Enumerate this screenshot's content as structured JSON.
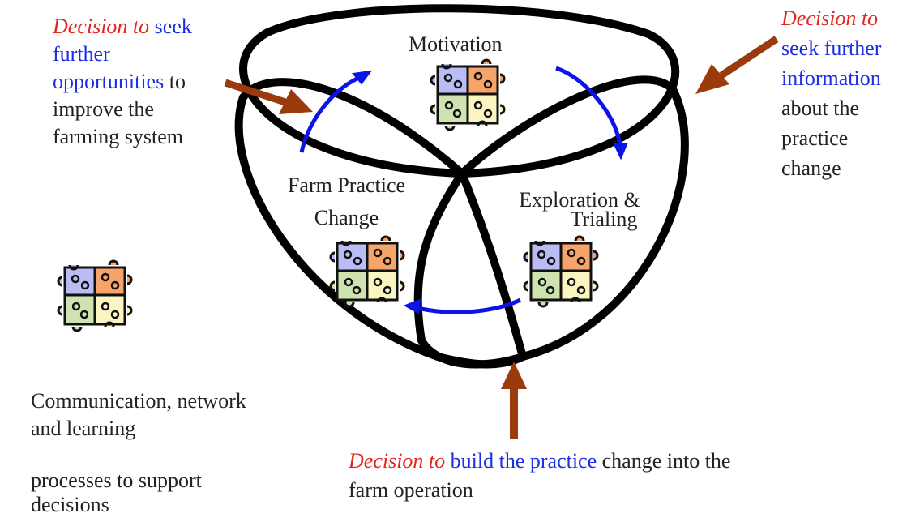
{
  "colors": {
    "loop_stroke": "#000000",
    "cycle_arrow": "#0a14e8",
    "decision_arrow": "#9b3b0c",
    "decision_word": "#e0261d",
    "action_text": "#1c2ee6",
    "body_text": "#222222",
    "puzzle_blue": "#b9bdf3",
    "puzzle_orange": "#f6a46a",
    "puzzle_green": "#cfe3b0",
    "puzzle_yellow": "#fbf6c1"
  },
  "icons": [
    "puzzle-icon-motivation",
    "puzzle-icon-farm-practice",
    "puzzle-icon-exploration",
    "puzzle-icon-legend"
  ],
  "stages": {
    "motivation": "Motivation",
    "farm_practice_1": "Farm Practice",
    "farm_practice_2": "Change",
    "exploration_1": "Exploration &",
    "exploration_2": "Trialing"
  },
  "decisions": {
    "top_left": {
      "decision": "Decision",
      "to": "to",
      "line1_action": "seek",
      "line2": "further",
      "line3_action": "opportunities",
      "line3_rest": "to",
      "line4": "improve the",
      "line5": "farming system"
    },
    "top_right": {
      "decision": "Decision",
      "to": "to",
      "line2": "seek further",
      "line3": "information",
      "line4": "about the",
      "line5": "practice",
      "line6": "change"
    },
    "bottom": {
      "decision": "Decision",
      "to": "to",
      "action": "build the practice",
      "rest": "change into the",
      "line2": "farm operation"
    }
  },
  "legend": {
    "line1": "Communication, network",
    "line2": "and learning",
    "line3": "processes to support",
    "line4": "decisions"
  }
}
